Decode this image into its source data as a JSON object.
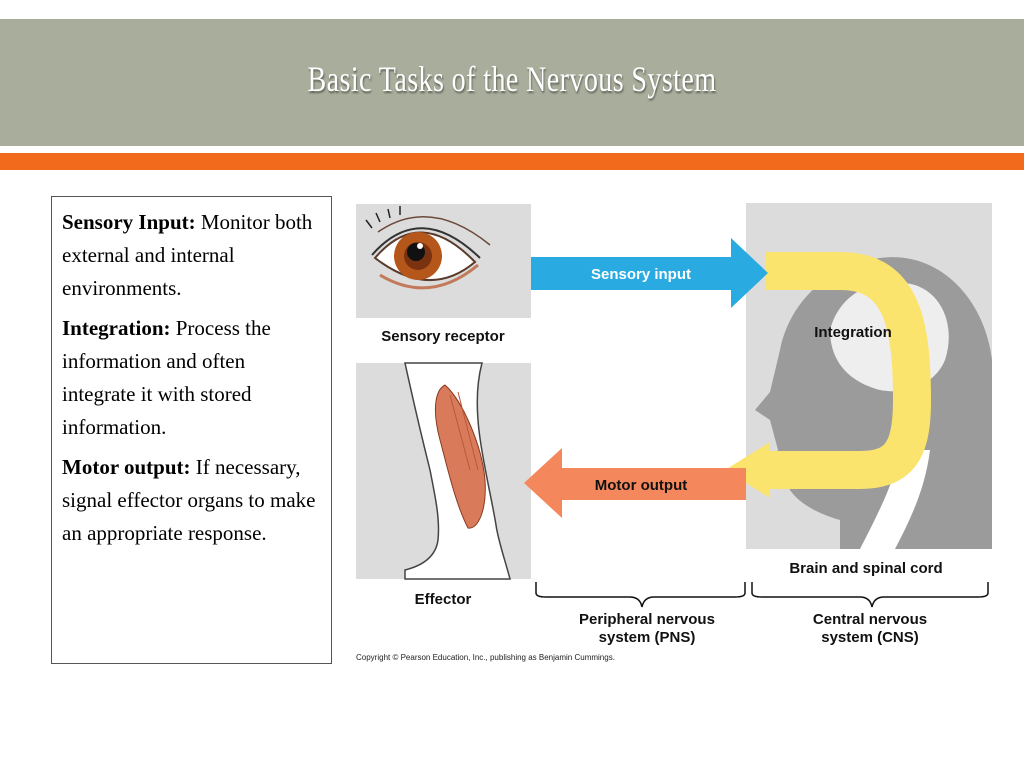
{
  "slide": {
    "title": "Basic Tasks of the Nervous System"
  },
  "text_box": [
    {
      "term": "Sensory Input:",
      "description": "Monitor both external and internal environments."
    },
    {
      "term": "Integration:",
      "description": "Process the information and often integrate it with stored information."
    },
    {
      "term": "Motor output:",
      "description": "If necessary, signal effector organs to make an appropriate response."
    }
  ],
  "diagram": {
    "sensory_receptor_label": "Sensory receptor",
    "effector_label": "Effector",
    "sensory_input_label": "Sensory input",
    "motor_output_label": "Motor output",
    "integration_label": "Integration",
    "brain_label": "Brain and spinal cord",
    "pns_label_line1": "Peripheral nervous",
    "pns_label_line2": "system (PNS)",
    "cns_label_line1": "Central nervous",
    "cns_label_line2": "system (CNS)",
    "copyright": "Copyright © Pearson Education, Inc., publishing as Benjamin Cummings."
  },
  "colors": {
    "header": "#a9ad9c",
    "accent_orange": "#f26b1d",
    "sensory_arrow": "#29abe2",
    "motor_arrow": "#f4875c",
    "integration_loop": "#fbe46e"
  }
}
